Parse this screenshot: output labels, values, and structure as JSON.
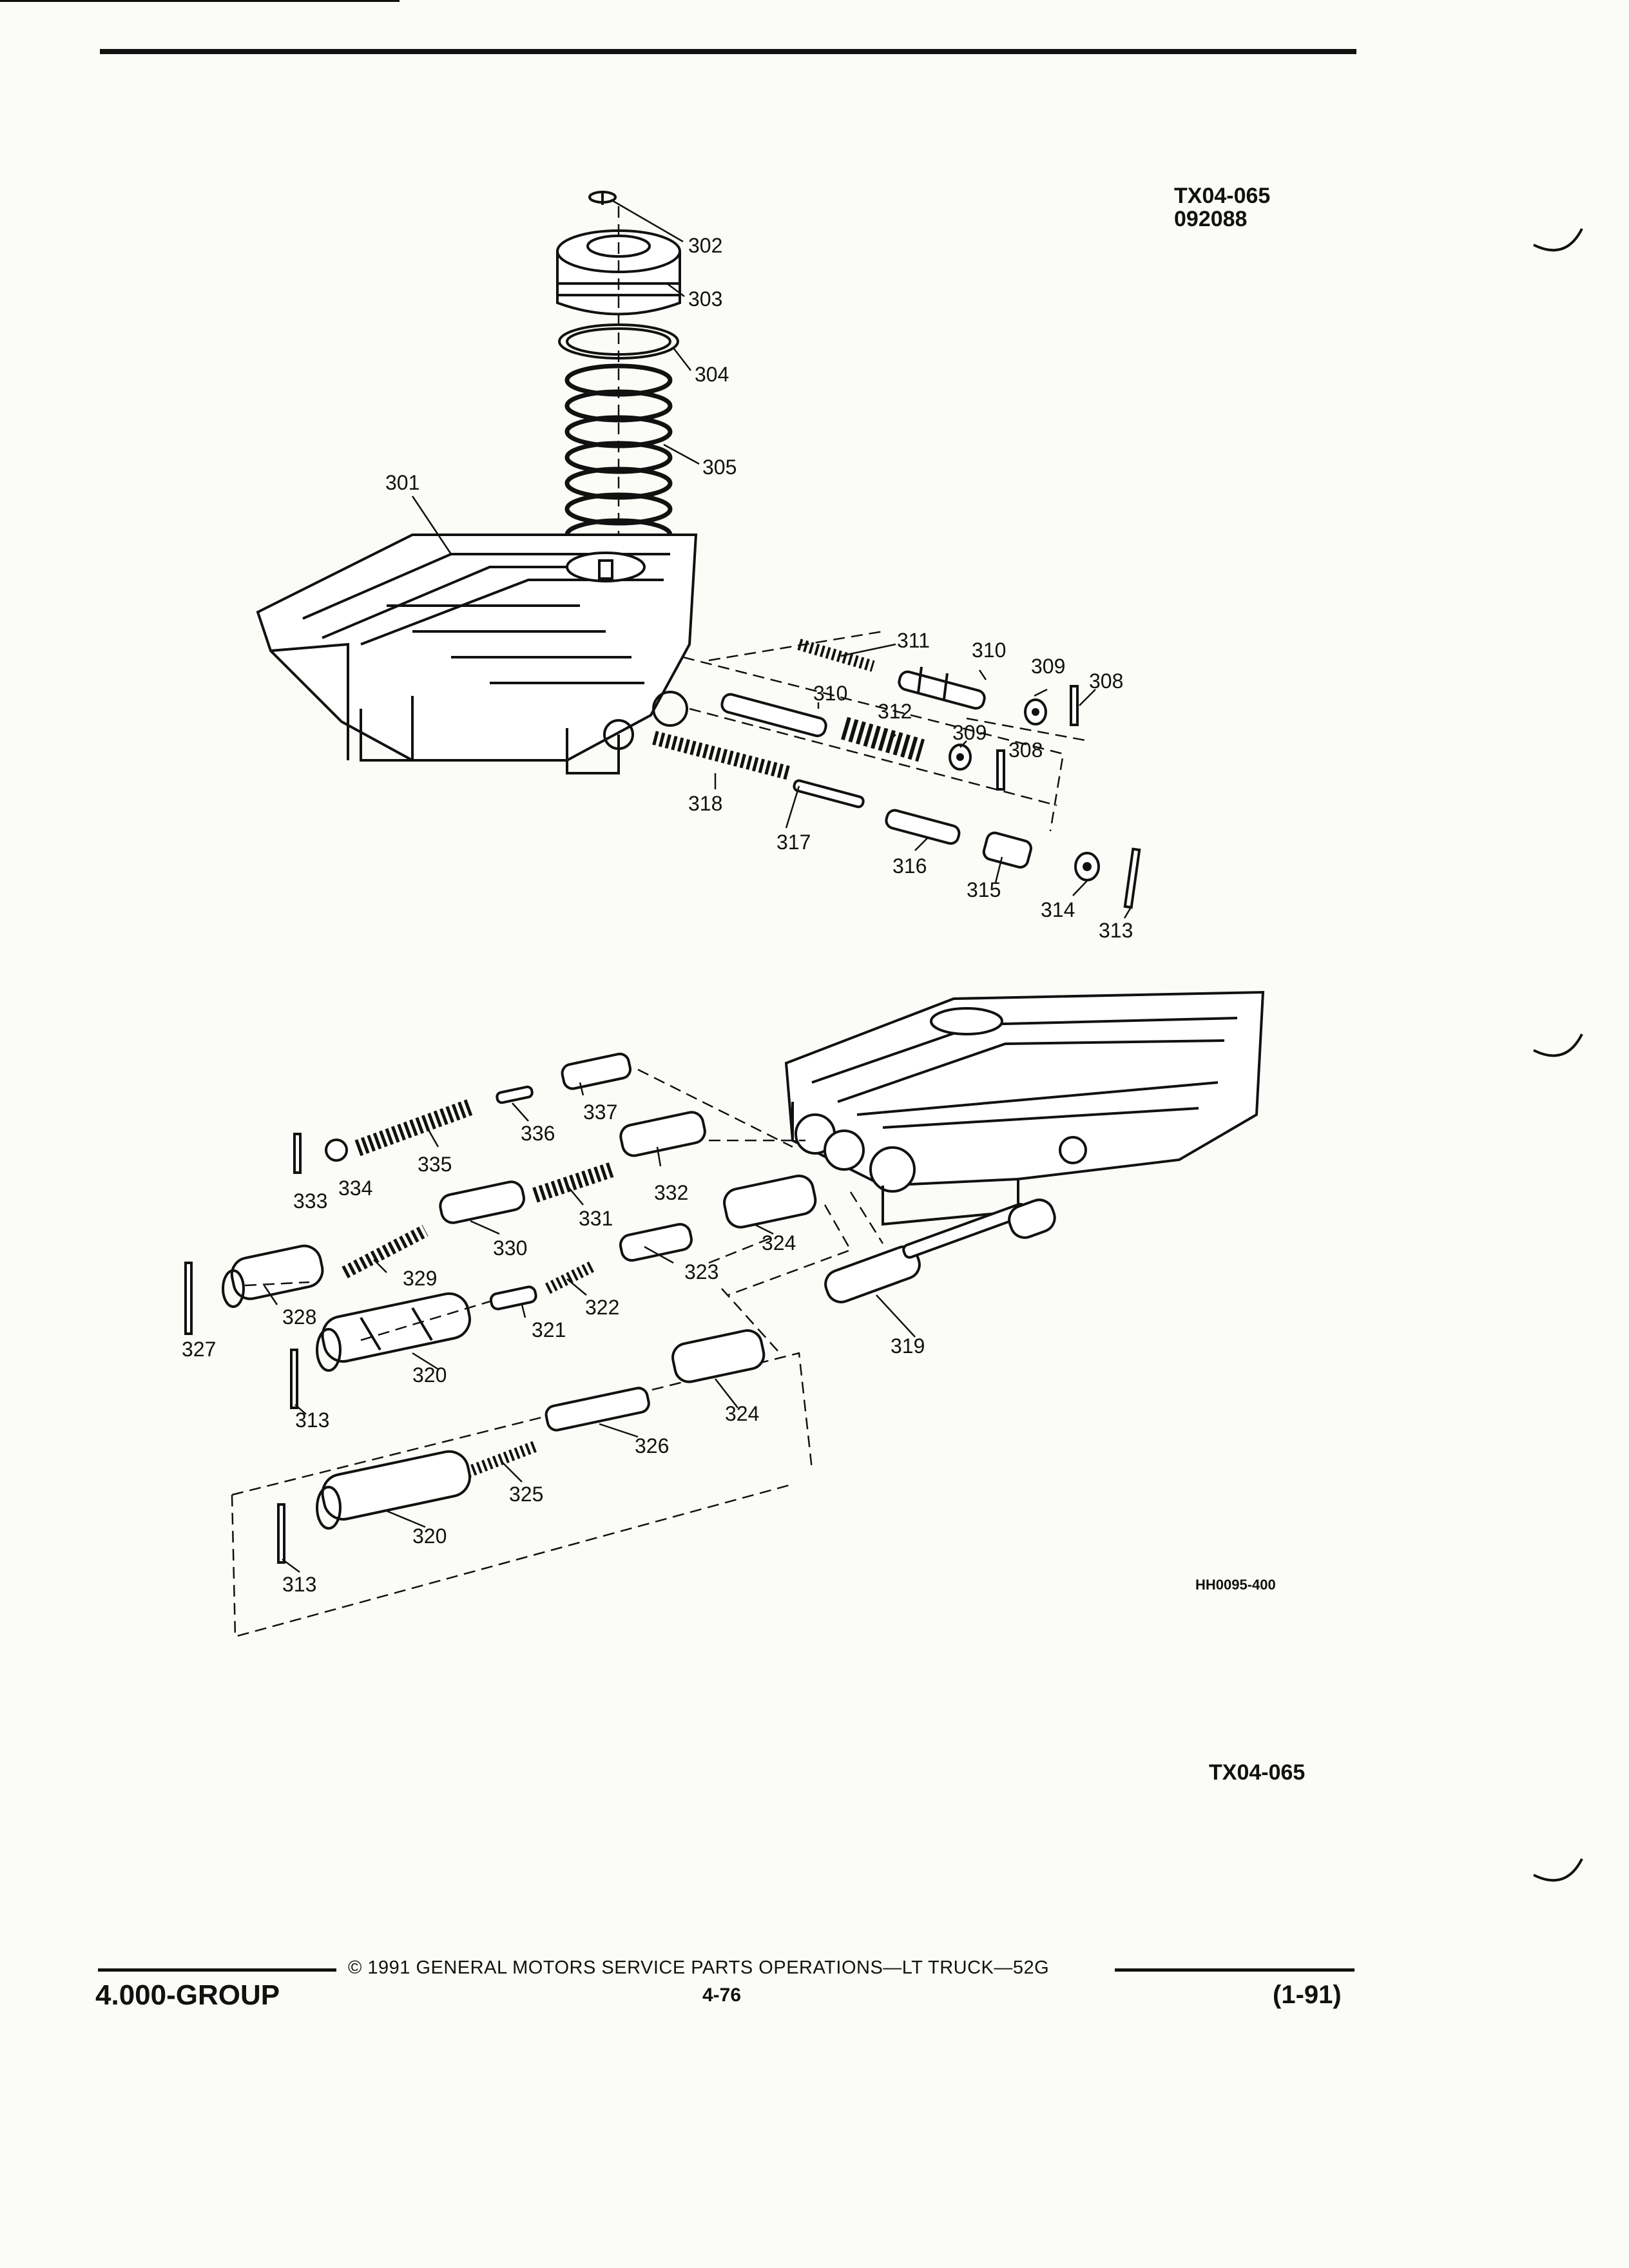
{
  "header": {
    "figure_code": "TX04-065",
    "date_code": "092088"
  },
  "illustration": {
    "id_code": "HH0095-400",
    "callouts": [
      "302",
      "303",
      "304",
      "305",
      "301",
      "311",
      "310",
      "309",
      "308",
      "310",
      "312",
      "309",
      "308",
      "318",
      "317",
      "316",
      "315",
      "314",
      "313",
      "337",
      "336",
      "335",
      "333",
      "334",
      "332",
      "331",
      "330",
      "324",
      "329",
      "323",
      "328",
      "321",
      "322",
      "327",
      "320",
      "313",
      "319",
      "324",
      "326",
      "325",
      "320",
      "313"
    ]
  },
  "figure_label": "TX04-065",
  "footer": {
    "group": "4.000-GROUP",
    "copyright": "© 1991 GENERAL MOTORS SERVICE PARTS OPERATIONS—LT TRUCK—52G",
    "page": "4-76",
    "revision": "(1-91)"
  }
}
